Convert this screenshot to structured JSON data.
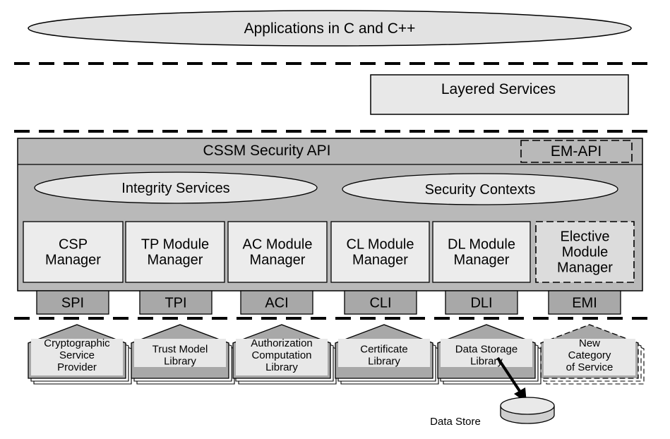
{
  "applications": {
    "label": "Applications in C and C++"
  },
  "layered_services": {
    "label": "Layered Services"
  },
  "cssm": {
    "api_label": "CSSM Security API",
    "em_api_label": "EM-API",
    "integrity_services": "Integrity Services",
    "security_contexts": "Security Contexts"
  },
  "managers": [
    {
      "lines": [
        "CSP",
        "Manager"
      ]
    },
    {
      "lines": [
        "TP Module",
        "Manager"
      ]
    },
    {
      "lines": [
        "AC Module",
        "Manager"
      ]
    },
    {
      "lines": [
        "CL Module",
        "Manager"
      ]
    },
    {
      "lines": [
        "DL Module",
        "Manager"
      ]
    },
    {
      "lines": [
        "Elective",
        "Module",
        "Manager"
      ]
    }
  ],
  "interfaces": [
    "SPI",
    "TPI",
    "ACI",
    "CLI",
    "DLI",
    "EMI"
  ],
  "modules": [
    {
      "lines": [
        "Cryptographic",
        "Service",
        "Provider"
      ]
    },
    {
      "lines": [
        "Trust Model",
        "Library"
      ]
    },
    {
      "lines": [
        "Authorization",
        "Computation",
        "Library"
      ]
    },
    {
      "lines": [
        "Certificate",
        "Library"
      ]
    },
    {
      "lines": [
        "Data Storage",
        "Library"
      ]
    },
    {
      "lines": [
        "New",
        "Category",
        "of Service"
      ]
    }
  ],
  "data_store": {
    "label": "Data Store"
  },
  "colors": {
    "fill_light": "#ececec",
    "fill_mid": "#d4d4d4",
    "fill_dark": "#a8a8a8",
    "stroke": "#000000"
  }
}
